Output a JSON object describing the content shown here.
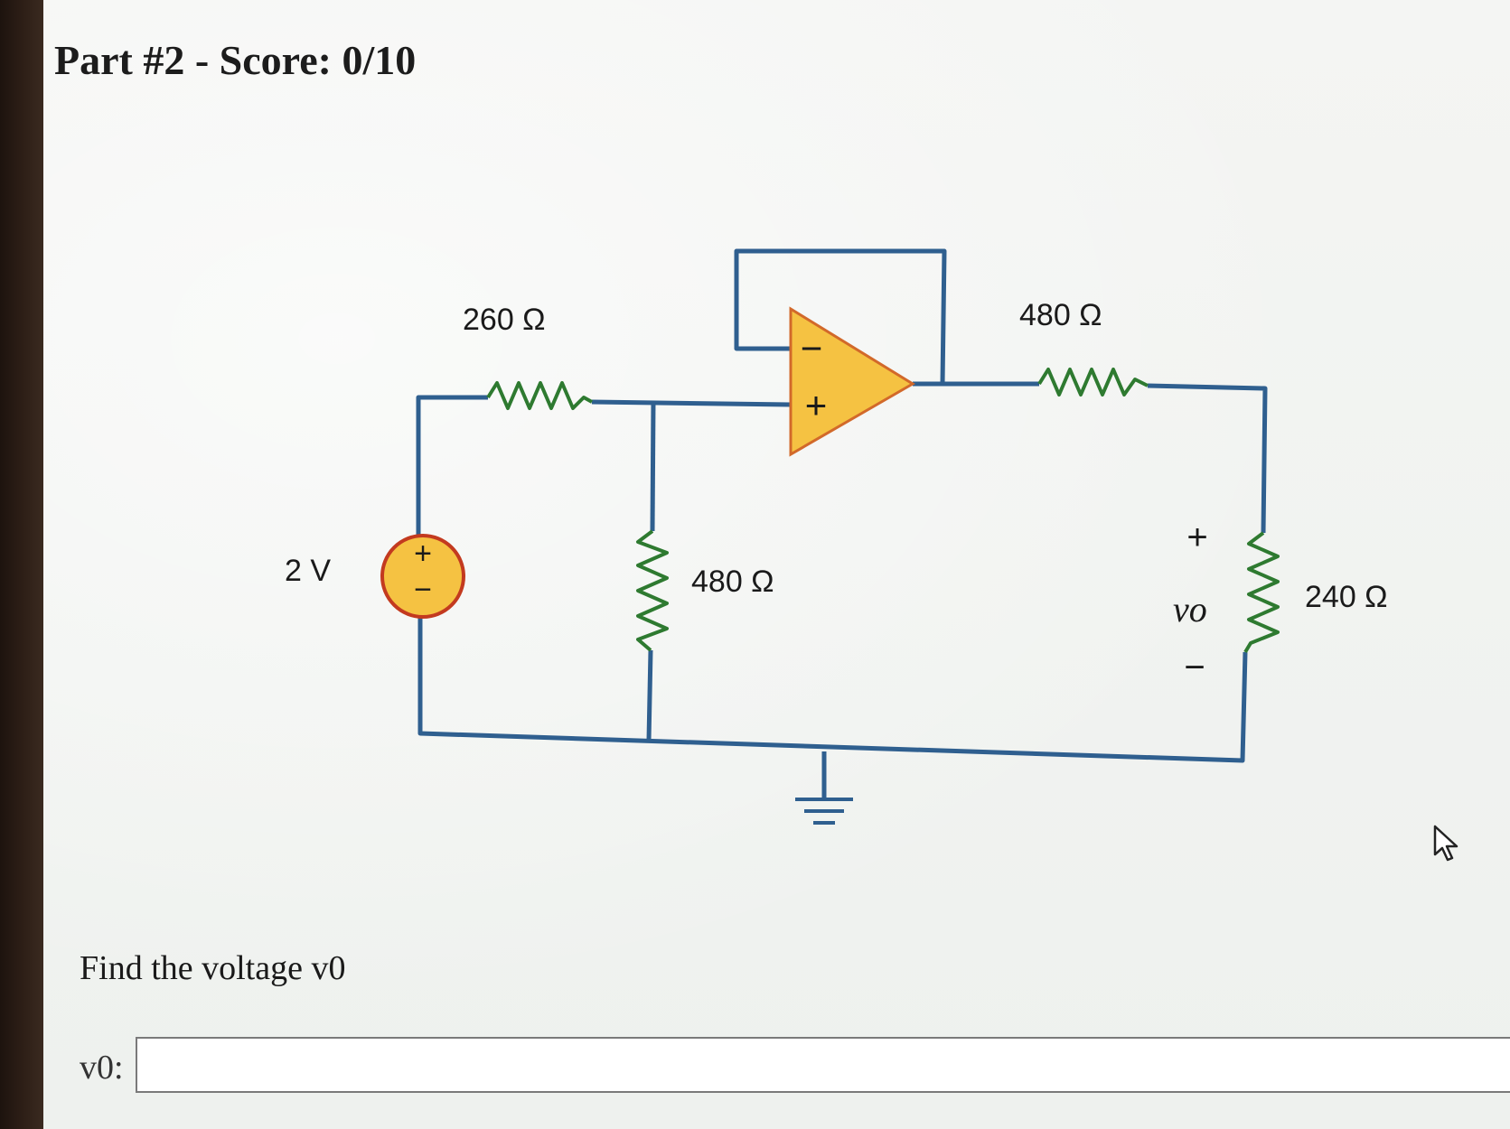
{
  "header": {
    "title": "Part #2 - Score: 0/10"
  },
  "circuit": {
    "source_label": "2 V",
    "source_plus": "+",
    "source_minus": "−",
    "r_series_label": "260 Ω",
    "r_shunt_label": "480 Ω",
    "r_feedback_label": "480 Ω",
    "r_load_label": "240 Ω",
    "opamp_minus": "−",
    "opamp_plus": "+",
    "vo_label": "vo",
    "vo_plus": "+",
    "vo_minus": "−"
  },
  "question": {
    "prompt": "Find the voltage v0"
  },
  "answer": {
    "label": "v0:",
    "value": ""
  },
  "colors": {
    "wire": "#2f5f8f",
    "opamp_fill": "#f5c242",
    "opamp_stroke": "#d2692a",
    "resistor": "#2e7a30",
    "source_fill": "#f5c242",
    "source_stroke": "#c33a1f"
  },
  "icons": [
    "ground-icon",
    "mouse-pointer-icon"
  ]
}
